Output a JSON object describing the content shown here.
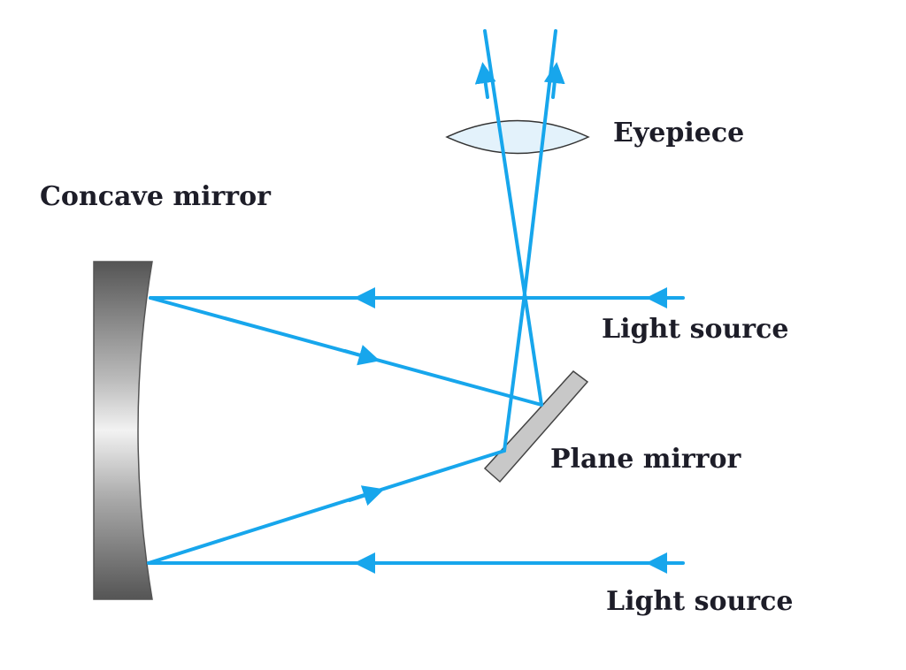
{
  "labels": {
    "eyepiece": "Eyepiece",
    "concave_mirror": "Concave mirror",
    "light_source_top": "Light source",
    "plane_mirror": "Plane mirror",
    "light_source_bottom": "Light source"
  },
  "colors": {
    "ray": "#17a6ec",
    "mirror_edge": "#555555",
    "plane_mirror_fill": "#c8c8c8",
    "lens_fill": "#dff1fb"
  }
}
